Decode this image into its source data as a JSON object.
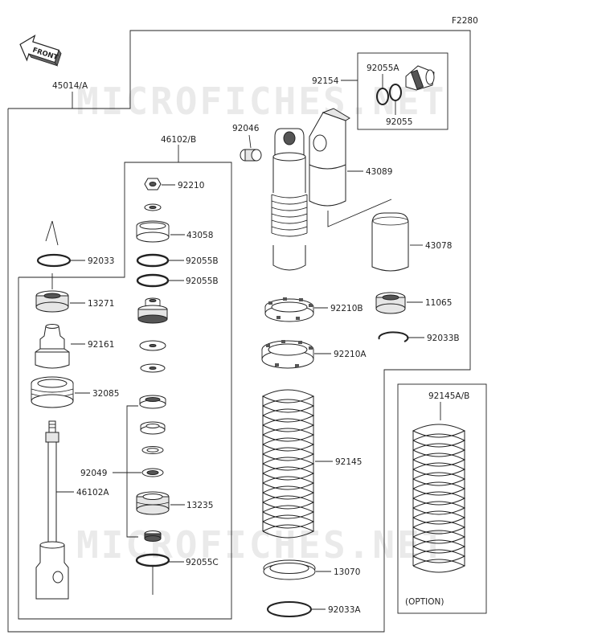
{
  "diagram_code": "F2280",
  "front_label": "FRONT",
  "watermark": "MICROFICHES.NET",
  "option_label": "(OPTION)",
  "labels": {
    "l45014A": "45014/A",
    "l46102B": "46102/B",
    "l92210": "92210",
    "l43058": "43058",
    "l92033": "92033",
    "l92055B_1": "92055B",
    "l92055B_2": "92055B",
    "l13271": "13271",
    "l92161": "92161",
    "l32085": "32085",
    "l92049": "92049",
    "l46102A": "46102A",
    "l13235": "13235",
    "l92055C": "92055C",
    "l92154": "92154",
    "l92055A": "92055A",
    "l92055": "92055",
    "l92046": "92046",
    "l43089": "43089",
    "l43078": "43078",
    "l92210B": "92210B",
    "l11065": "11065",
    "l92033B": "92033B",
    "l92210A": "92210A",
    "l92145": "92145",
    "l13070": "13070",
    "l92033A": "92033A",
    "l92145AB": "92145A/B"
  }
}
